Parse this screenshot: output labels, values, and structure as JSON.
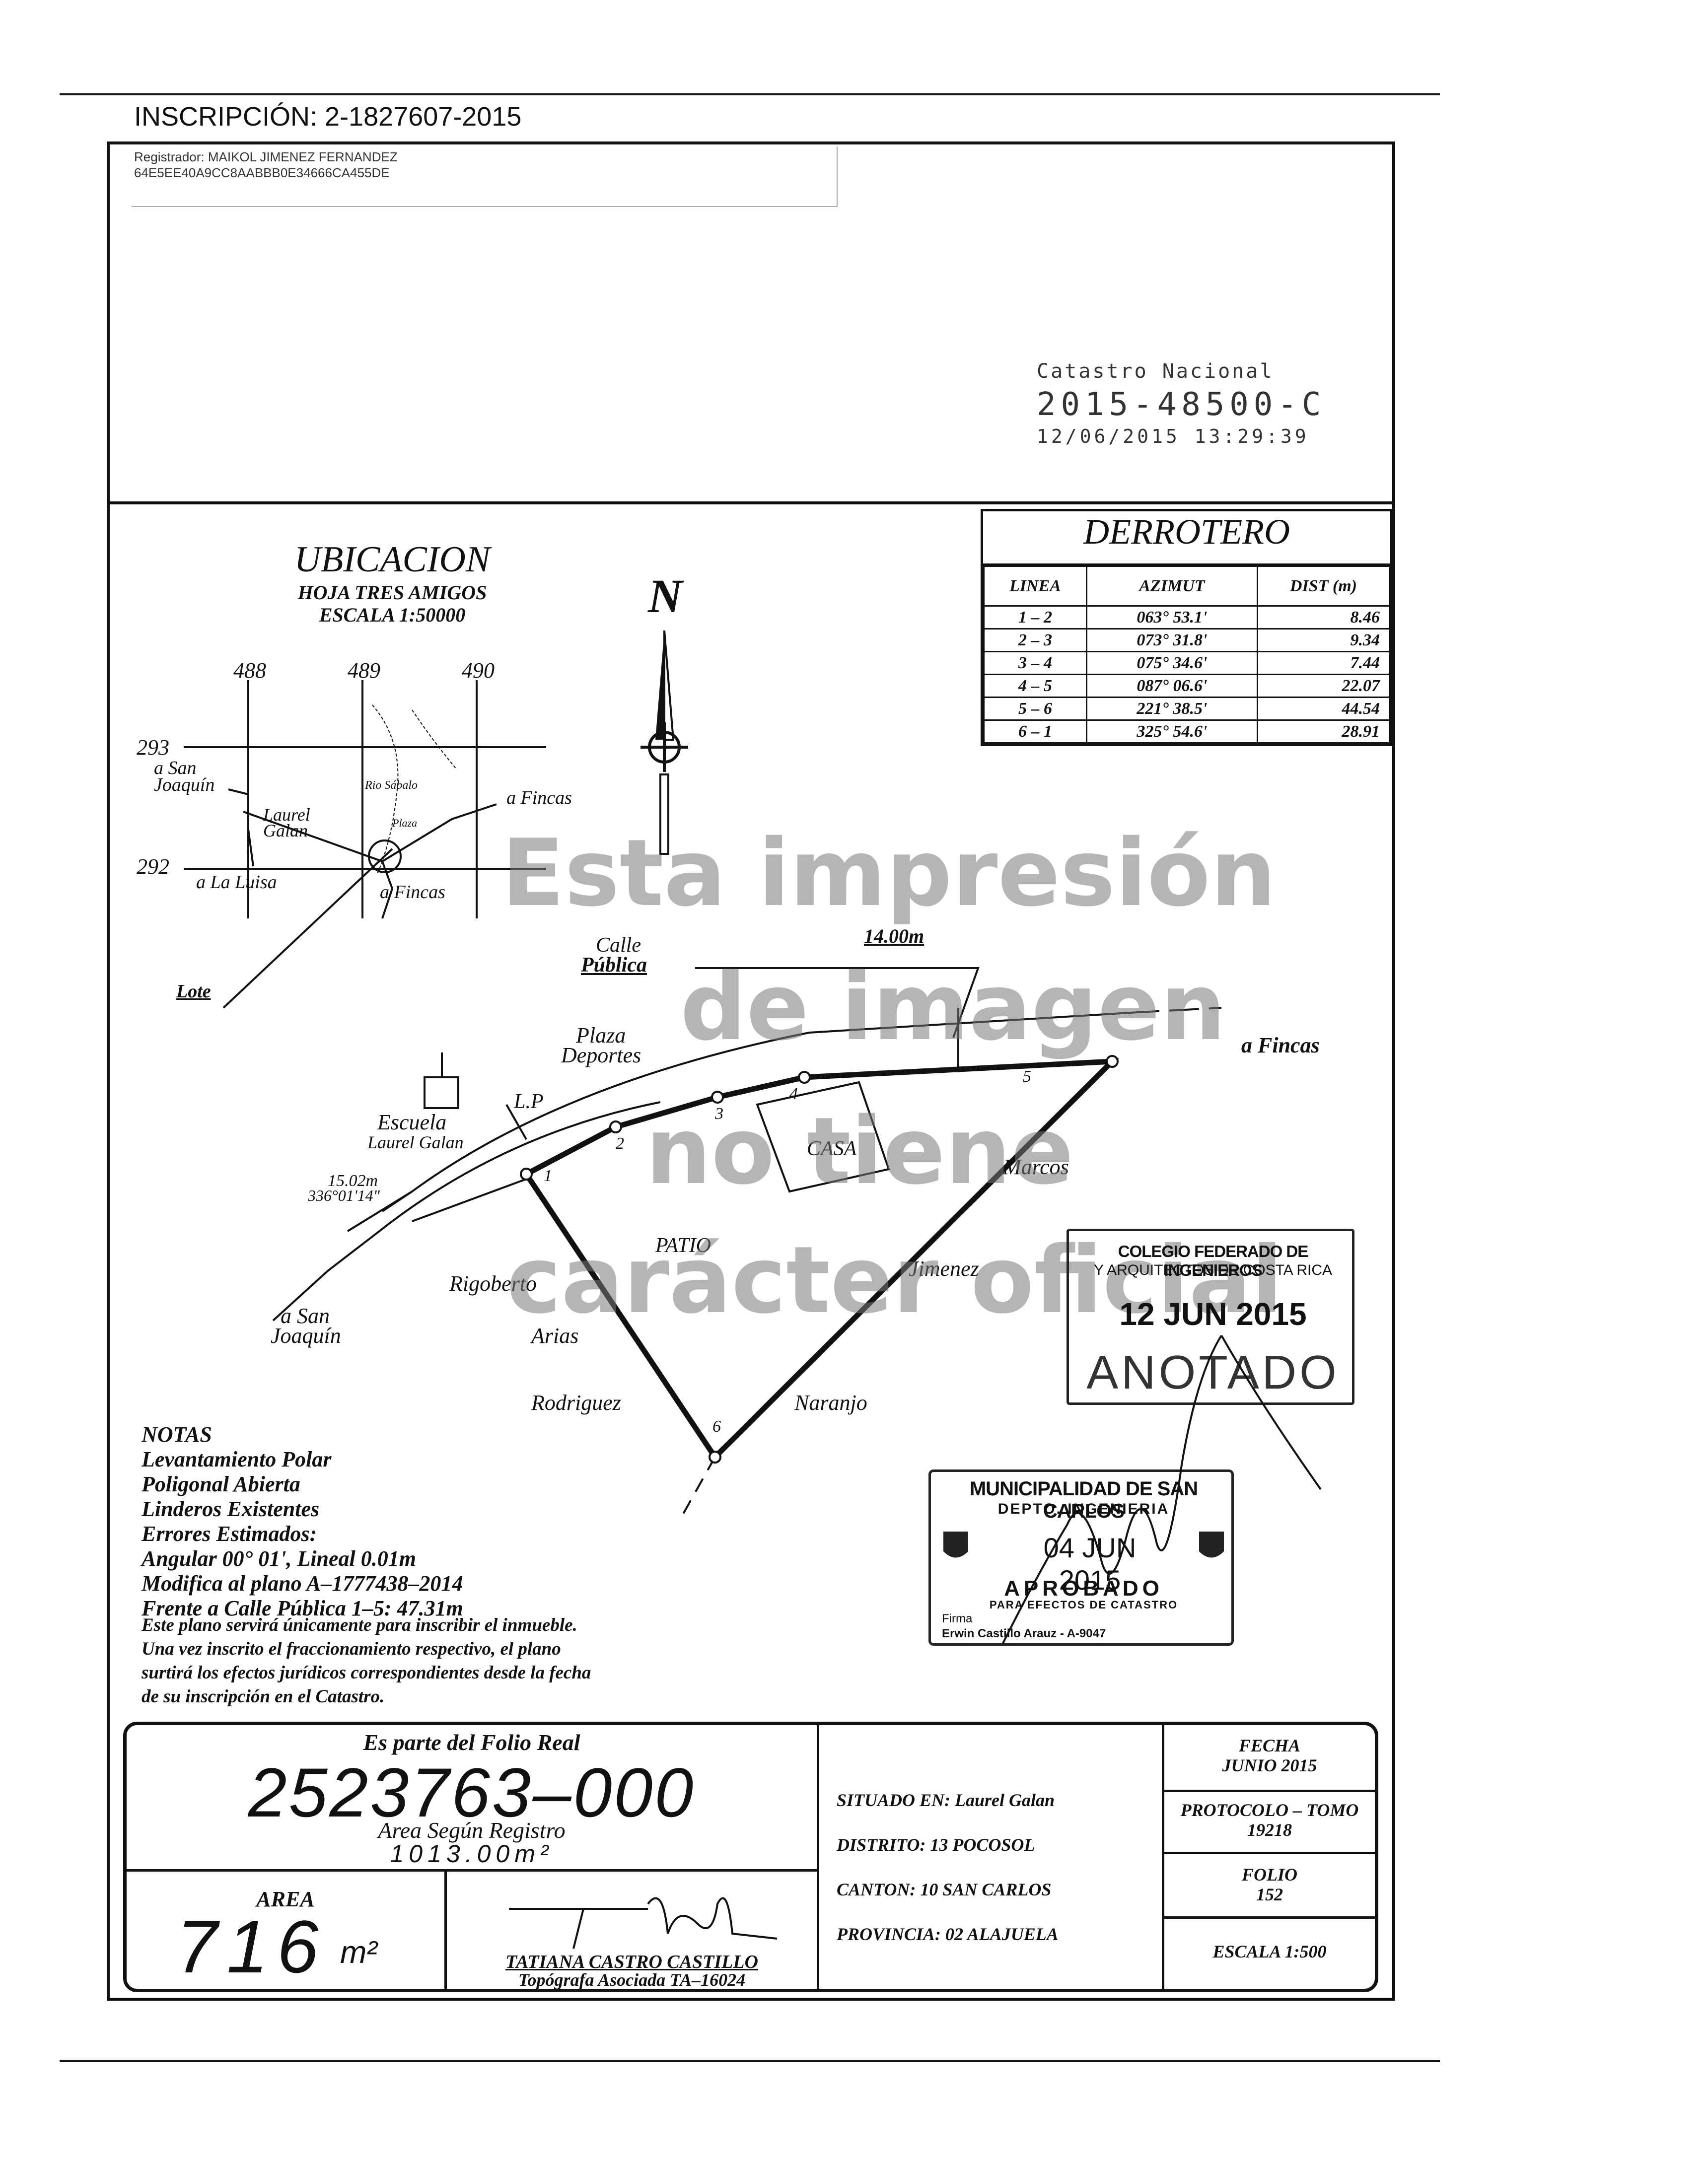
{
  "inscripcion": {
    "title": "INSCRIPCIÓN: 2-1827607-2015",
    "registrador": "Registrador: MAIKOL JIMENEZ FERNANDEZ",
    "hash": "64E5EE40A9CC8AABBB0E34666CA455DE"
  },
  "catastro": {
    "label": "Catastro Nacional",
    "number": "2015-48500-C",
    "datetime": "12/06/2015 13:29:39"
  },
  "ubicacion": {
    "title": "UBICACION",
    "hoja": "HOJA TRES AMIGOS",
    "escala": "ESCALA 1:50000",
    "grid_x": [
      "488",
      "489",
      "490"
    ],
    "grid_y": [
      "293",
      "292"
    ],
    "labels": {
      "san_joaquin": "a San Joaquín",
      "laurel_galan": "Laurel Galan",
      "rio_sabalo": "Rio Sábalo",
      "plaza": "Plaza",
      "a_fincas_1": "a Fincas",
      "a_fincas_2": "a Fincas",
      "la_luisa": "a La Luisa",
      "lote": "Lote"
    }
  },
  "north": "N",
  "derrotero": {
    "title": "DERROTERO",
    "headers": [
      "LINEA",
      "AZIMUT",
      "DIST (m)"
    ],
    "rows": [
      [
        "1 – 2",
        "063° 53.1'",
        "8.46"
      ],
      [
        "2 – 3",
        "073° 31.8'",
        "9.34"
      ],
      [
        "3 – 4",
        "075° 34.6'",
        "7.44"
      ],
      [
        "4 – 5",
        "087° 06.6'",
        "22.07"
      ],
      [
        "5 – 6",
        "221° 38.5'",
        "44.54"
      ],
      [
        "6 – 1",
        "325° 54.6'",
        "28.91"
      ]
    ]
  },
  "plan": {
    "calle": "Calle",
    "publica": "Pública",
    "frente": "14.00m",
    "plaza": "Plaza",
    "deportes": "Deportes",
    "a_fincas": "a Fincas",
    "escuela": "Escuela",
    "escuela_name": "Laurel Galan",
    "lp": "L.P",
    "ref_dist": "15.02m",
    "ref_az": "336°01'14\"",
    "casa": "CASA",
    "patio": "PATIO",
    "marcos": "Marcos",
    "jimenez": "Jimenez",
    "naranjo": "Naranjo",
    "rigoberto": "Rigoberto",
    "arias": "Arias",
    "rodriguez": "Rodriguez",
    "san_joaquin": "a San",
    "san_joaquin_2": "Joaquín",
    "vertices": [
      "1",
      "2",
      "3",
      "4",
      "5",
      "6"
    ]
  },
  "watermark": [
    "Esta impresión",
    "de imagen",
    "no tiene",
    "carácter oficial"
  ],
  "notas": {
    "title": "NOTAS",
    "lines": [
      "Levantamiento Polar",
      "Poligonal Abierta",
      "Linderos Existentes",
      "Errores Estimados:",
      "Angular 00° 01', Lineal 0.01m",
      "Modifica al plano A–1777438–2014",
      "Frente a Calle Pública 1–5: 47.31m"
    ],
    "legal": [
      "Este plano servirá únicamente para inscribir el inmueble.",
      "Una vez inscrito el fraccionamiento respectivo, el plano",
      "surtirá los efectos jurídicos correspondientes desde la fecha",
      "de su inscripción en el Catastro."
    ]
  },
  "colegio_stamp": {
    "line1": "COLEGIO FEDERADO DE INGENIEROS",
    "line2": "Y ARQUITECTOS DE COSTA RICA",
    "date": "12 JUN 2015",
    "status": "ANOTADO"
  },
  "muni_stamp": {
    "line1": "MUNICIPALIDAD DE SAN CARLOS",
    "line2": "DEPTO. INGENIERIA",
    "date": "04 JUN 2015",
    "status": "APROBADO",
    "sub": "PARA EFECTOS DE CATASTRO",
    "firma": "Firma",
    "name": "Erwin Castillo Arauz - A-9047"
  },
  "titleblock": {
    "folio_label": "Es parte del Folio Real",
    "folio": "2523763–000",
    "area_reg_label": "Area Según Registro",
    "area_reg": "1013.00m²",
    "area_label": "AREA",
    "area_value": "716",
    "area_unit": "m²",
    "topografa": "TATIANA CASTRO CASTILLO",
    "topografa_title": "Topógrafa Asociada TA–16024",
    "situado": "SITUADO EN: Laurel Galan",
    "distrito": "DISTRITO: 13 POCOSOL",
    "canton": "CANTON: 10 SAN CARLOS",
    "provincia": "PROVINCIA: 02 ALAJUELA",
    "fecha_label": "FECHA",
    "fecha": "JUNIO 2015",
    "protocolo_label": "PROTOCOLO – TOMO",
    "protocolo": "19218",
    "folio_num_label": "FOLIO",
    "folio_num": "152",
    "escala": "ESCALA 1:500"
  }
}
